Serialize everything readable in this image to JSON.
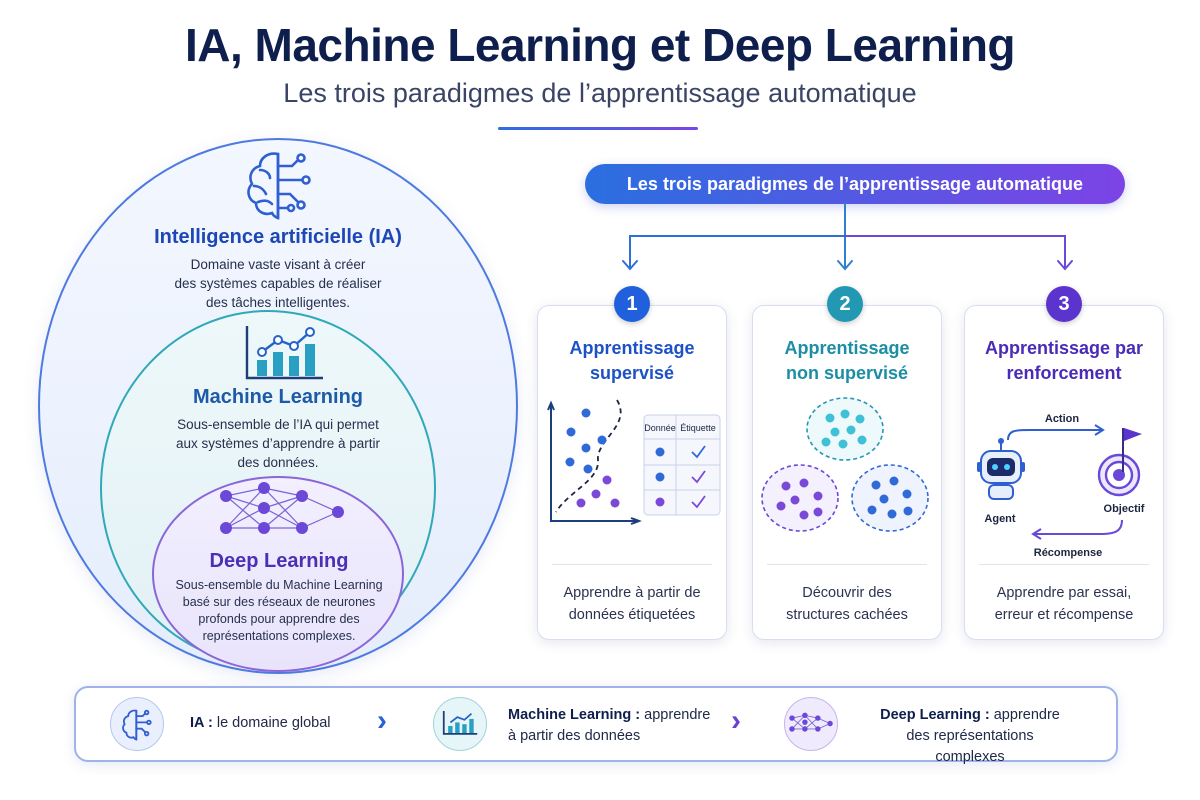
{
  "header": {
    "title": "IA, Machine Learning et Deep Learning",
    "subtitle": "Les trois paradigmes de l’apprentissage automatique"
  },
  "nested": {
    "ia": {
      "title": "Intelligence artificielle (IA)",
      "lines": [
        "Domaine vaste visant à créer",
        "des systèmes capables de réaliser",
        "des tâches intelligentes."
      ],
      "icon": "brain-circuit-icon"
    },
    "ml": {
      "title": "Machine Learning",
      "lines": [
        "Sous-ensemble de l’IA qui permet",
        "aux systèmes d’apprendre à partir",
        "des données."
      ],
      "icon": "bar-chart-trend-icon"
    },
    "dl": {
      "title": "Deep Learning",
      "lines": [
        "Sous-ensemble du Machine Learning",
        "basé sur des réseaux de neurones",
        "profonds pour apprendre des",
        "représentations complexes."
      ],
      "icon": "neural-network-icon"
    }
  },
  "paradigms": {
    "header": "Les trois paradigmes de l’apprentissage automatique",
    "cards": [
      {
        "number": "1",
        "title_lines": [
          "Apprentissage",
          "supervisé"
        ],
        "desc_lines": [
          "Apprendre à partir de",
          "données étiquetées"
        ],
        "table_headers": [
          "Donnée",
          "Étiquette"
        ],
        "color": "#2060dc"
      },
      {
        "number": "2",
        "title_lines": [
          "Apprentissage",
          "non supervisé"
        ],
        "desc_lines": [
          "Découvrir des",
          "structures cachées"
        ],
        "color": "#2398b2"
      },
      {
        "number": "3",
        "title_lines": [
          "Apprentissage par",
          "renforcement"
        ],
        "desc_lines": [
          "Apprendre par essai,",
          "erreur et récompense"
        ],
        "rl_labels": {
          "action": "Action",
          "agent": "Agent",
          "objective": "Objectif",
          "reward": "Récompense"
        },
        "color": "#5a34cc"
      }
    ]
  },
  "summary": [
    {
      "bold": "IA :",
      "text": " le domaine global",
      "icon": "brain-circuit-icon"
    },
    {
      "bold": "Machine Learning :",
      "text": " apprendre",
      "line2": "à partir des données",
      "icon": "bar-chart-trend-icon"
    },
    {
      "bold": "Deep Learning :",
      "text": " apprendre",
      "line2": "des représentations complexes",
      "icon": "neural-network-icon"
    }
  ],
  "colors": {
    "blue": "#2060dc",
    "teal": "#2398b2",
    "purple": "#5a34cc"
  }
}
